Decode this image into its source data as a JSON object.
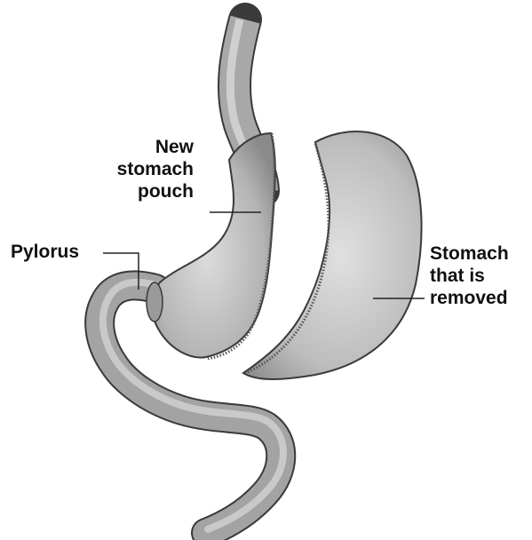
{
  "labels": {
    "new_pouch": "New\nstomach\npouch",
    "pylorus": "Pylorus",
    "removed": "Stomach\nthat is\nremoved"
  },
  "colors": {
    "organ_fill": "#a9a9a9",
    "organ_highlight": "#d6d6d6",
    "outline": "#3a3a3a",
    "staple_line": "#555555",
    "leader_line": "#222222",
    "label_text": "#111111"
  },
  "icons": {
    "esophagus": "esophagus-illustration",
    "pouch": "stomach-pouch-illustration",
    "removed_stomach": "removed-stomach-illustration",
    "intestine": "intestine-illustration"
  }
}
